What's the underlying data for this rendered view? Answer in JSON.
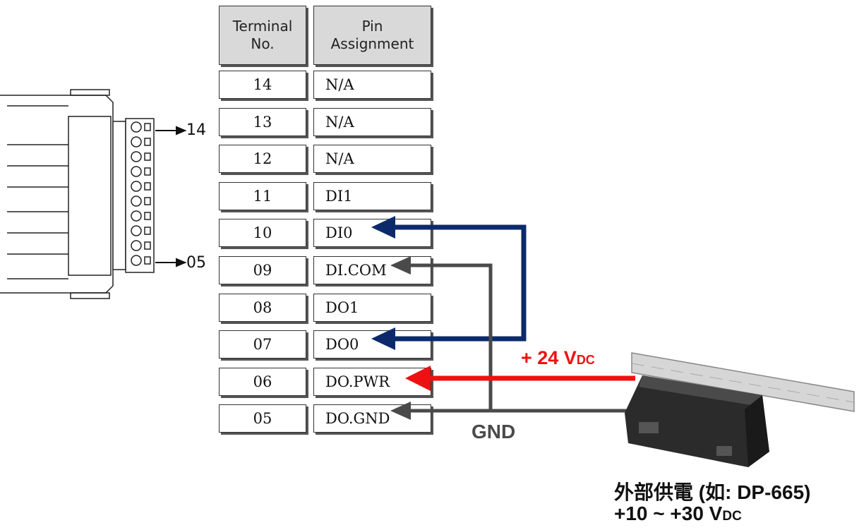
{
  "table": {
    "header_terminal": "Terminal No.",
    "header_pin": "Pin Assignment",
    "rows": [
      {
        "terminal": "14",
        "pin": "N/A"
      },
      {
        "terminal": "13",
        "pin": "N/A"
      },
      {
        "terminal": "12",
        "pin": "N/A"
      },
      {
        "terminal": "11",
        "pin": "DI1"
      },
      {
        "terminal": "10",
        "pin": "DI0"
      },
      {
        "terminal": "09",
        "pin": "DI.COM"
      },
      {
        "terminal": "08",
        "pin": "DO1"
      },
      {
        "terminal": "07",
        "pin": "DO0"
      },
      {
        "terminal": "06",
        "pin": "DO.PWR"
      },
      {
        "terminal": "05",
        "pin": "DO.GND"
      }
    ]
  },
  "connector": {
    "label_top": "14",
    "label_bottom": "05"
  },
  "wiring": {
    "voltage_label": "+ 24 V",
    "voltage_sub": "DC",
    "gnd_label": "GND"
  },
  "power_supply": {
    "name_line": "外部供電 (如: DP-665)",
    "range_main": "+10 ~ +30 V",
    "range_sub": "DC"
  },
  "colors": {
    "di_wire": "#0c2a6b",
    "power_wire": "#ee1111",
    "gnd_wire": "#4a4a4a"
  }
}
